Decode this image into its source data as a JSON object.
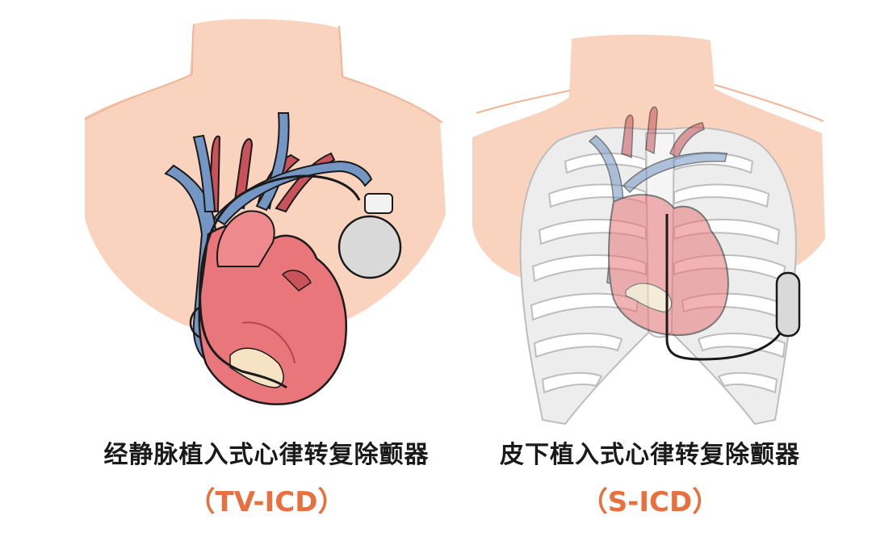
{
  "colors": {
    "skin": "#f9d3bd",
    "skin_line": "#efb596",
    "heart": "#e9767a",
    "heart_dark": "#b8444a",
    "vein_blue": "#7496c4",
    "valve": "#f5e3c3",
    "device": "#d9d9d9",
    "rib": "#e4e4e4",
    "caption_text": "#1a1a1a",
    "caption_accent": "#e8703f"
  },
  "left_panel": {
    "title": "经静脉植入式心律转复除颤器",
    "subtitle": "（TV-ICD）"
  },
  "right_panel": {
    "title": "皮下植入式心律转复除颤器",
    "subtitle": "（S-ICD）"
  }
}
